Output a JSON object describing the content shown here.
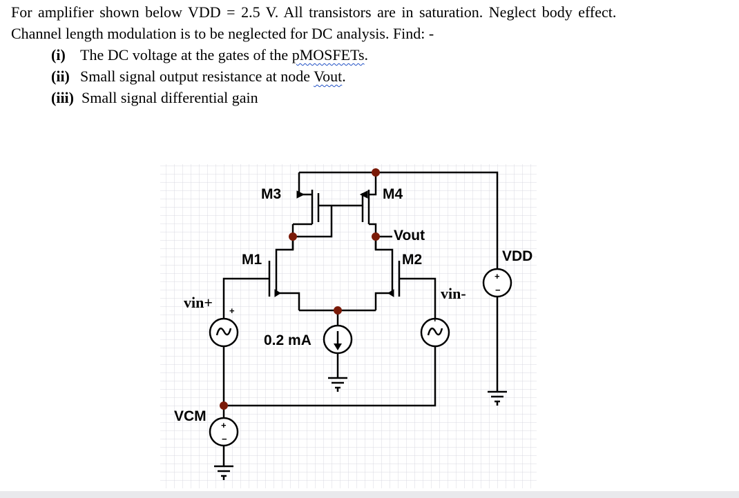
{
  "problem": {
    "line1": "For amplifier shown below VDD = 2.5 V. All transistors are in saturation.  Neglect body effect.",
    "line2": "Channel length modulation is to be neglected for DC analysis.  Find: -",
    "items": [
      {
        "num": "(i)",
        "pre": "The DC voltage at the gates of the ",
        "mark": "pMOSFETs",
        "post": "."
      },
      {
        "num": "(ii)",
        "pre": "Small signal output resistance at node ",
        "mark": "Vout",
        "post": "."
      },
      {
        "num": "(iii)",
        "pre": "Small signal differential gain",
        "mark": "",
        "post": ""
      }
    ]
  },
  "circuit": {
    "m3": "M3",
    "m4": "M4",
    "m1": "M1",
    "m2": "M2",
    "vout": "Vout",
    "vdd": "VDD",
    "vin_plus": "vin+",
    "vin_minus": "vin-",
    "vcm": "VCM",
    "current": "0.2 mA",
    "plus": "+",
    "minus": "−"
  },
  "colors": {
    "wire": "#000000",
    "node": "#7a1a08",
    "grid": "#d8d8e0",
    "squiggle": "#1f4fc4"
  }
}
